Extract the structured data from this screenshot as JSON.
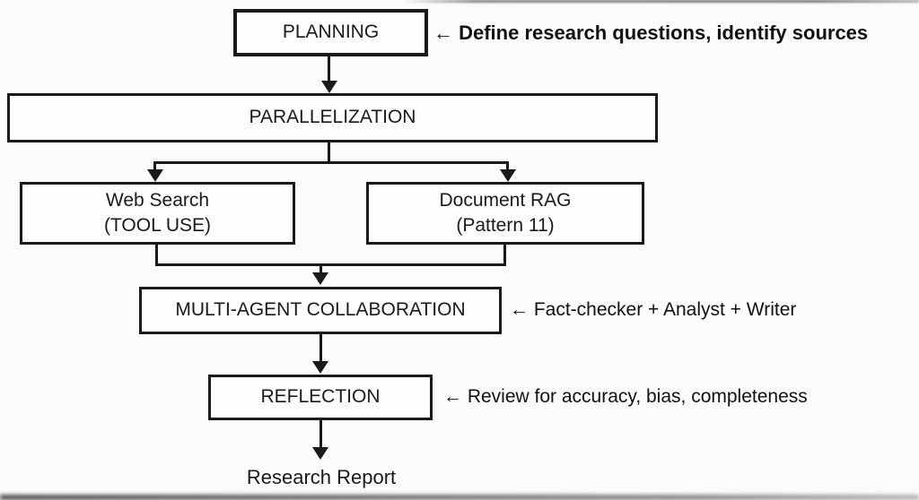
{
  "diagram": {
    "title_hint": "Deep research agent workflow flowchart",
    "colors": {
      "background": "#fbfbfa",
      "line": "#1a1a1a",
      "text": "#1a1a1a"
    },
    "nodes": {
      "planning": {
        "label": "PLANNING"
      },
      "parallelization": {
        "label": "PARALLELIZATION"
      },
      "web_search": {
        "line1": "Web Search",
        "line2": "(TOOL USE)"
      },
      "document_rag": {
        "line1": "Document RAG",
        "line2": "(Pattern 11)"
      },
      "multi_agent": {
        "label": "MULTI-AGENT COLLABORATION"
      },
      "reflection": {
        "label": "REFLECTION"
      },
      "research_report": {
        "label": "Research Report"
      }
    },
    "annotations": {
      "planning": "← Define research questions, identify sources",
      "multi_agent": "← Fact-checker + Analyst + Writer",
      "reflection": "← Review for accuracy, bias, completeness"
    }
  }
}
